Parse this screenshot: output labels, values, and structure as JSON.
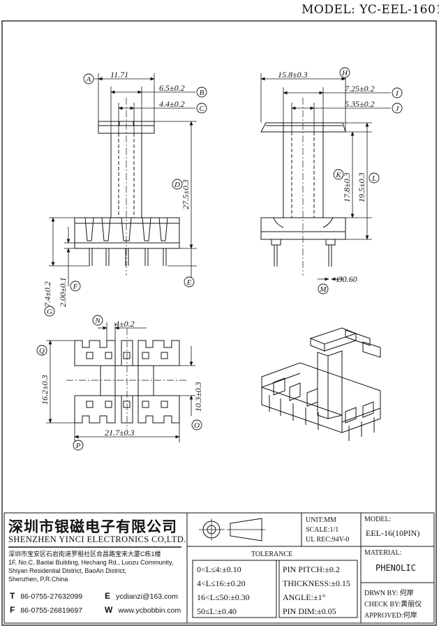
{
  "header": {
    "model_title": "MODEL: YC-EEL-1601"
  },
  "dimensions": {
    "A": "A",
    "B": "B",
    "C": "C",
    "D": "D",
    "E": "E",
    "F": "F",
    "G": "G",
    "H": "H",
    "I": "I",
    "J": "J",
    "K": "K",
    "L": "L",
    "M": "M",
    "N": "N",
    "O": "O",
    "P": "P",
    "Q": "Q",
    "a_val": "11.71",
    "b_val": "6.5±0.2",
    "c_val": "4.4±0.2",
    "d_val": "27.5±0.3",
    "g_val": "7.4±0.2",
    "f_val": "2.00±0.1",
    "h_val": "15.8±0.3",
    "i_val": "7.25±0.2",
    "j_val": "5.35±0.2",
    "k_val": "17.8±0.3",
    "l_val": "19.5±0.3",
    "m_val": "Ø0.60",
    "n_val": "4±0.2",
    "q_val": "16.2±0.3",
    "o_val": "10.3±0.3",
    "p_val": "21.7±0.3"
  },
  "title_block": {
    "company_cn": "深圳市银磁电子有限公司",
    "company_en": "SHENZHEN YINCI ELECTRONICS CO,LTD.",
    "address_cn": "深圳市宝安区石岩街道罗租社区合昌路宝来大厦C栋1楼",
    "address_en_1": "1F, No.C, Baolai Building, Hechang Rd., Luozu Community,",
    "address_en_2": "Shiyan Residential District, BaoAn District,",
    "address_en_3": "Shenzhen, P.R.China",
    "tel_label": "T",
    "tel": "86-0755-27632099",
    "fax_label": "F",
    "fax": "86-0755-26819697",
    "email_label": "E",
    "email": "ycdianzi@163.com",
    "web_label": "W",
    "web": "www.ycbobbin.com",
    "unit": "UNIT:MM",
    "scale": "SCALE:1/1",
    "ul_rec": "UL REC:94V-0",
    "model_label": "MODEL:",
    "model_value": "EEL-16(10PIN)",
    "material_label": "MATERIAL:",
    "material_value": "PHENOLIC",
    "tolerance_label": "TOLERANCE",
    "tol_1": "0<L≤4:±0.10",
    "tol_2": "4<L≤16:±0.20",
    "tol_3": "16<L≤50:±0.30",
    "tol_4": "50≤L:±0.40",
    "pin_pitch": "PIN PITCH:±0.2",
    "thickness": "THICKNESS:±0.15",
    "angle": "ANGLE:±1°",
    "pin_dim": "PIN DIM:±0.05",
    "drawn_by": "DRWN BY: 何岸",
    "check_by": "CHECK BY:黄丽仪",
    "approved": "APPROVED:何岸"
  }
}
